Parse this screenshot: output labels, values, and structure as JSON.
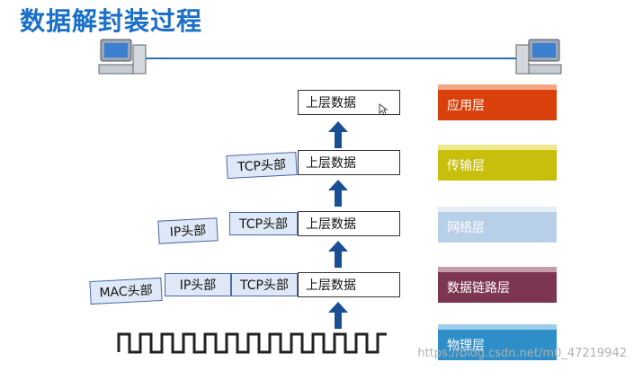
{
  "title": "数据解封装过程",
  "payload_label": "上层数据",
  "tcp_header": "TCP头部",
  "ip_header": "IP头部",
  "mac_header": "MAC头部",
  "layers": [
    {
      "name": "应用层",
      "color": "#d9400b"
    },
    {
      "name": "传输层",
      "color": "#c8be0c"
    },
    {
      "name": "网络层",
      "color": "#b8cfe8"
    },
    {
      "name": "数据链路层",
      "color": "#7d3652"
    },
    {
      "name": "物理层",
      "color": "#2e8fc8"
    }
  ],
  "watermark": "https://blog.csdn.net/m0_47219942"
}
